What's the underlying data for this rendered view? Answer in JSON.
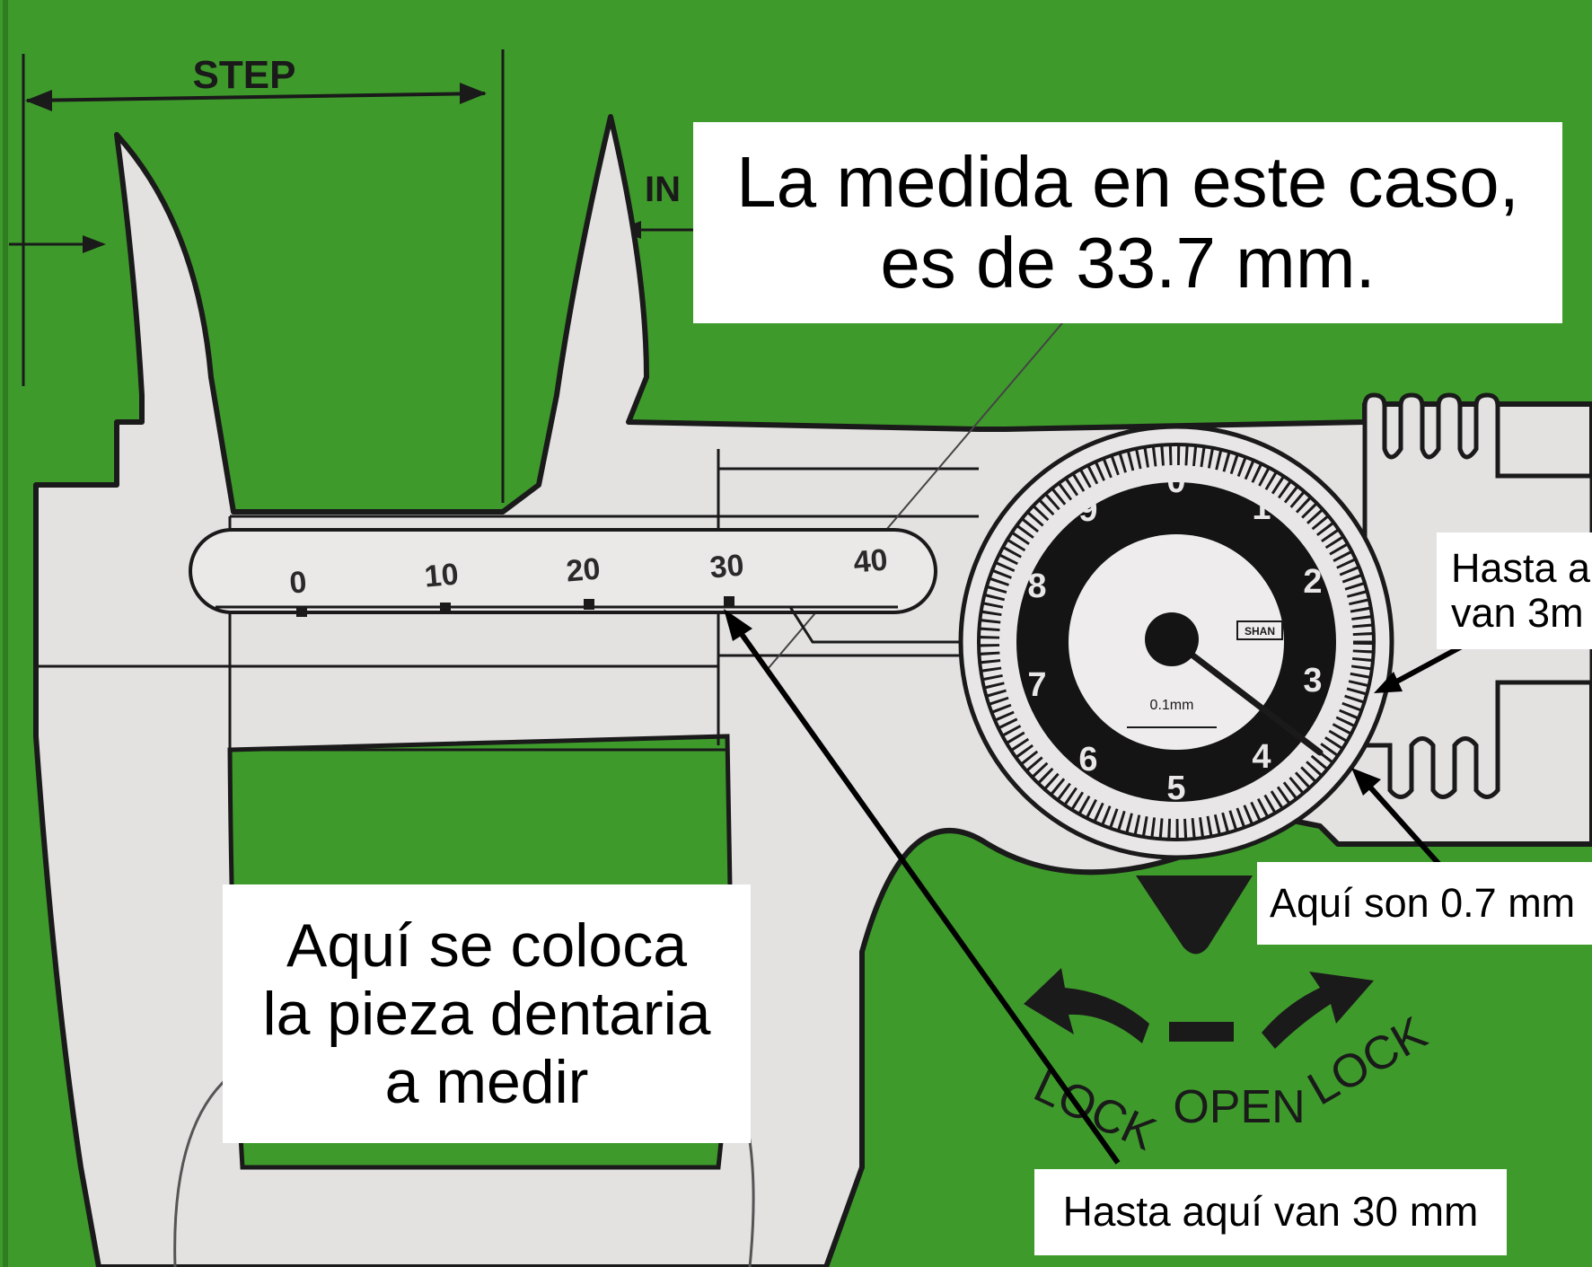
{
  "colors": {
    "background_green": "#3f9a2c",
    "caliper_body": "#e4e1e1",
    "outline": "#1a1a1a",
    "dial_ring": "#141414",
    "callout_bg": "#ffffff",
    "arrow": "#000000"
  },
  "icons": [
    "arrow-left-icon",
    "arrow-right-icon",
    "depth-bar-icon"
  ],
  "diagram": {
    "header_text": "STEP",
    "inside_text": "IN",
    "scale_ticks": [
      "0",
      "10",
      "20",
      "30",
      "40"
    ],
    "dial_numbers": [
      "0",
      "1",
      "2",
      "3",
      "4",
      "5",
      "6",
      "7",
      "8",
      "9"
    ],
    "dial_unit": "0.1mm",
    "brand_badge": "SHAN",
    "lock_left": "LOCK",
    "open_label": "OPEN",
    "lock_right": "LOCK"
  },
  "callouts": {
    "title": [
      "La medida en este caso,",
      "es  de 33.7 mm."
    ],
    "placement": [
      "Aquí se coloca",
      "la pieza dentaria",
      "a medir"
    ],
    "main_scale": "Hasta  aquí van 30 mm",
    "dial_fraction": "Aquí son 0.7 mm",
    "dial_whole": [
      "Hasta a",
      "van 3m"
    ]
  }
}
